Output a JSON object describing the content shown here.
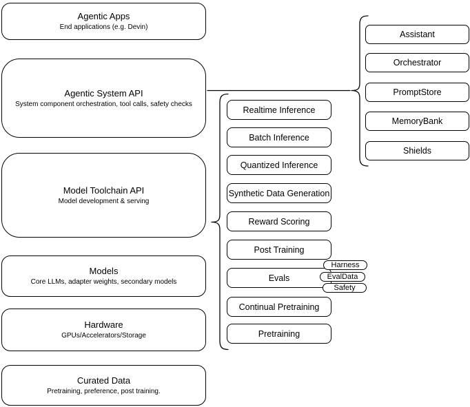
{
  "left_stack": [
    {
      "title": "Agentic Apps",
      "subtitle": "End applications (e.g. Devin)"
    },
    {
      "title": "Agentic System API",
      "subtitle": "System component orchestration, tool calls, safety checks"
    },
    {
      "title": "Model Toolchain API",
      "subtitle": "Model development & serving"
    },
    {
      "title": "Models",
      "subtitle": "Core LLMs, adapter weights, secondary models"
    },
    {
      "title": "Hardware",
      "subtitle": "GPUs/Accelerators/Storage"
    },
    {
      "title": "Curated Data",
      "subtitle": "Pretraining, preference, post training."
    }
  ],
  "toolchain": {
    "items": [
      "Realtime Inference",
      "Batch Inference",
      "Quantized Inference",
      "Synthetic Data Generation",
      "Reward Scoring",
      "Post Training",
      "Evals",
      "Continual Pretraining",
      "Pretraining"
    ]
  },
  "eval_tags": [
    "Harness",
    "EvalData",
    "Safety"
  ],
  "system_components": [
    "Assistant",
    "Orchestrator",
    "PromptStore",
    "MemoryBank",
    "Shields"
  ],
  "colors": {
    "stroke": "#000000",
    "fill": "#ffffff",
    "background": "#ffffff"
  }
}
